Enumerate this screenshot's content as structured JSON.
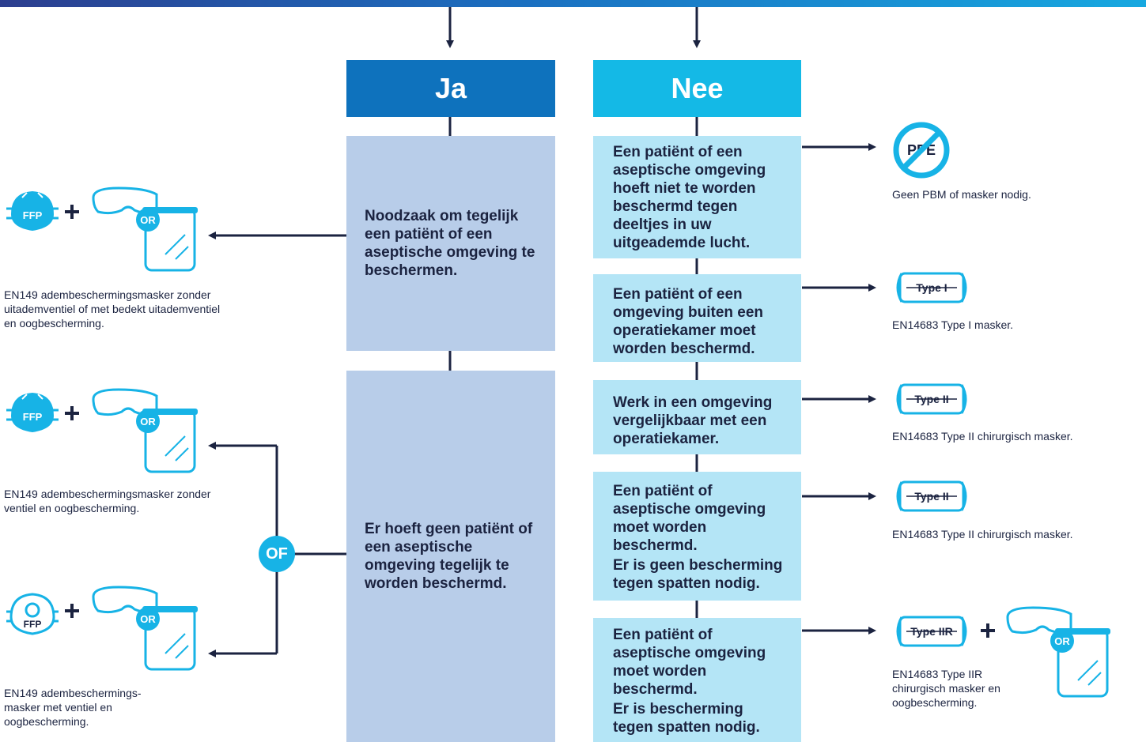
{
  "colors": {
    "ja": "#0e72bd",
    "nee": "#14b9e6",
    "ja_box": "#b8cde9",
    "nee_box": "#b4e5f6",
    "line": "#1b2340"
  },
  "headers": {
    "ja": "Ja",
    "nee": "Nee"
  },
  "ja_boxes": [
    "Noodzaak om tegelijk een patiënt of een aseptische omgeving te beschermen.",
    "Er hoeft geen patiënt of een aseptische omgeving tegelijk te worden beschermd."
  ],
  "nee_boxes": [
    {
      "text": "Een patiënt of een aseptische omgeving hoeft niet te worden beschermd tegen deeltjes in uw uitgeademde lucht."
    },
    {
      "text": "Een patiënt of een omgeving buiten een operatiekamer moet worden beschermd."
    },
    {
      "text": "Werk in een omgeving vergelijkbaar met een operatiekamer."
    },
    {
      "text": "Een patiënt of aseptische omgeving moet worden beschermd.",
      "text2": "Er is geen bescherming tegen spatten nodig."
    },
    {
      "text": "Een patiënt of aseptische omgeving moet worden beschermd.",
      "text2": "Er is bescherming tegen spatten nodig."
    }
  ],
  "connector": "OF",
  "left_outcomes": [
    {
      "label": "EN149 adembeschermingsmasker zonder uitademventiel of met bedekt uitademventiel en oogbescherming.",
      "mask_text": "FFP",
      "or_text": "OR"
    },
    {
      "label": "EN149 adembeschermingsmasker zonder ventiel en oogbescherming.",
      "mask_text": "FFP",
      "or_text": "OR"
    },
    {
      "label": "EN149 adembeschermings- masker met ventiel en oogbescherming.",
      "mask_text": "FFP",
      "or_text": "OR"
    }
  ],
  "right_outcomes": [
    {
      "label": "Geen PBM of masker nodig.",
      "icon_text": "PPE",
      "icon": "no-ppe-icon"
    },
    {
      "label": "EN14683 Type I masker.",
      "icon_text": "Type I",
      "icon": "surgical-mask-icon"
    },
    {
      "label": "EN14683 Type II chirurgisch masker.",
      "icon_text": "Type II",
      "icon": "surgical-mask-icon"
    },
    {
      "label": "EN14683 Type II chirurgisch masker.",
      "icon_text": "Type II",
      "icon": "surgical-mask-icon"
    },
    {
      "label": "EN14683 Type IIR chirurgisch masker en oogbescherming.",
      "icon_text": "Type IIR",
      "icon": "surgical-mask-icon",
      "or_text": "OR"
    }
  ]
}
